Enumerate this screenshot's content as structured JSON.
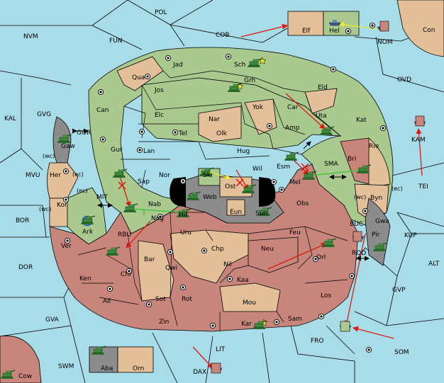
{
  "colors": {
    "sea": "#a8dce8",
    "green": "#a9c98f",
    "tan": "#e4c09a",
    "red": "#c8857c",
    "gray": "#8c8c8c",
    "neutral": "#e8e4d6",
    "black": "#000000",
    "arrow_red": "#dd1a10",
    "arrow_yellow": "#e8ea2a",
    "arrow_green": "#41c23a"
  },
  "labels": {
    "sea": [
      "POL",
      "NVM",
      "FUN",
      "COB",
      "NOM",
      "Con",
      "OVD",
      "KAL",
      "GVG",
      "GOR",
      "MVU",
      "BOR",
      "MIT",
      "RBU",
      "DOR",
      "GVA",
      "SWM",
      "LIT",
      "DAX",
      "FRO",
      "SOM",
      "GVP",
      "ALT",
      "KUP",
      "BUC",
      "ROD",
      "TEI",
      "KAM",
      "SMA"
    ],
    "land": [
      "Elf",
      "Hel",
      "Jad",
      "Sch",
      "Qua",
      "Jos",
      "Grh",
      "Eld",
      "Can",
      "Elc",
      "Nar",
      "Yok",
      "Car",
      "Uta",
      "Kat",
      "Gaw",
      "Tel",
      "Olk",
      "Amp",
      "Rie",
      "Gur",
      "Lan",
      "Hug",
      "Esm",
      "Bri",
      "Her",
      "Nor",
      "Skr",
      "Wil",
      "Kor",
      "Sap",
      "Ost",
      "Web",
      "Mel",
      "Byn",
      "Gwa",
      "Ark",
      "Nab",
      "Hil",
      "Sun",
      "Eun",
      "Obs",
      "Pir",
      "Ver",
      "Nog",
      "Uru",
      "Feu",
      "Chp",
      "Neu",
      "Orl",
      "Bar",
      "Qwi",
      "Nil",
      "Ken",
      "Chr",
      "Kaa",
      "Los",
      "Sot",
      "Rot",
      "Ail",
      "Mou",
      "Zin",
      "Kar",
      "Sam",
      "Cow",
      "Aba",
      "Orn"
    ],
    "coasts": [
      "(wc)",
      "(ec)",
      "(ec)",
      "(wc)",
      "(wc)",
      "(ec)"
    ],
    "adjacency_marks": [
      "↔",
      "↔",
      "↔",
      "↔"
    ]
  },
  "icons": [
    "army-icon",
    "fleet-icon",
    "supply-center-icon",
    "star-icon",
    "move-arrow-icon",
    "support-arrow-icon",
    "convoy-arrow-icon",
    "cross-icon"
  ]
}
